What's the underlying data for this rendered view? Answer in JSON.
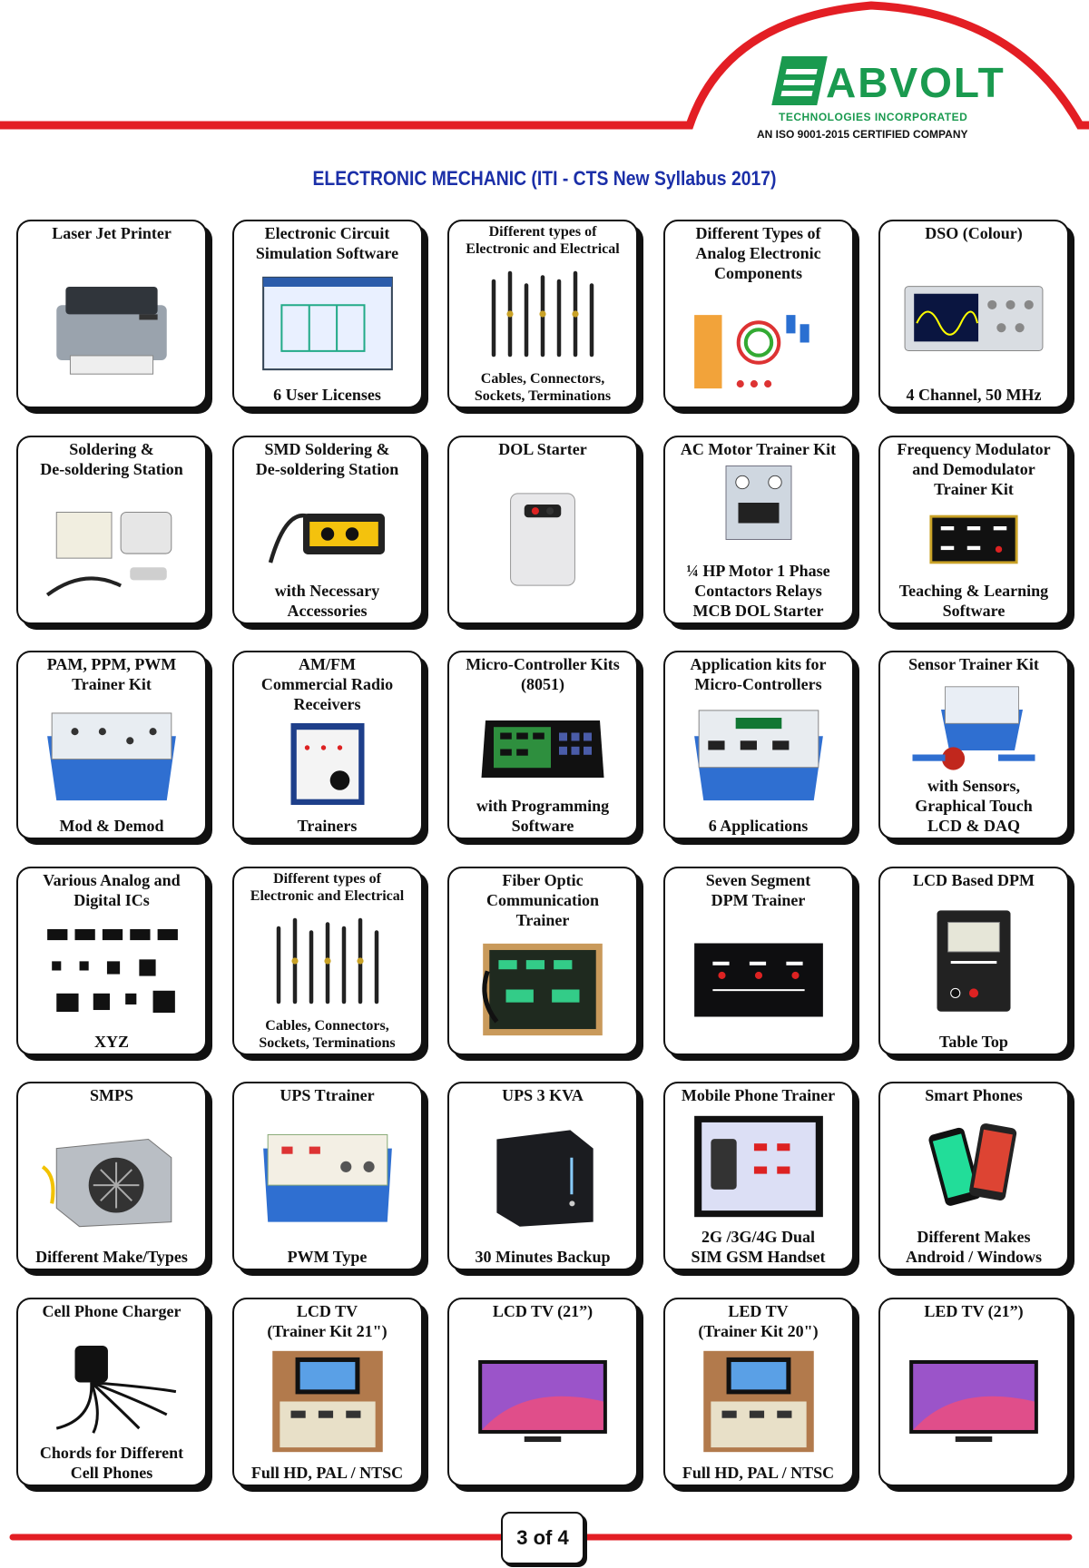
{
  "brand": {
    "name": "ABVOLT",
    "tagline": "TECHNOLOGIES INCORPORATED",
    "certification": "AN ISO 9001-2015 CERTIFIED COMPANY",
    "primary_color": "#1a9a4f",
    "accent_color": "#e31e24"
  },
  "document": {
    "title": "ELECTRONIC MECHANIC (ITI - CTS New Syllabus 2017)",
    "page_number": "3 of 4",
    "title_color": "#1b2fa8"
  },
  "items": [
    {
      "title": "Laser Jet Printer",
      "caption": "",
      "icon": "printer-icon"
    },
    {
      "title": "Electronic Circuit\nSimulation Software",
      "caption": "6 User Licenses",
      "icon": "software-window-icon"
    },
    {
      "title": "Different types of\nElectronic and Electrical",
      "caption": "Cables, Connectors,\nSockets, Terminations",
      "icon": "connectors-icon"
    },
    {
      "title": "Different Types of\nAnalog Electronic\nComponents",
      "caption": "",
      "icon": "components-icon"
    },
    {
      "title": "DSO (Colour)",
      "caption": "4 Channel, 50 MHz",
      "icon": "oscilloscope-icon"
    },
    {
      "title": "Soldering &\nDe-soldering Station",
      "caption": "",
      "icon": "soldering-station-icon"
    },
    {
      "title": "SMD Soldering &\nDe-soldering Station",
      "caption": "with Necessary\nAccessories",
      "icon": "smd-station-icon"
    },
    {
      "title": "DOL Starter",
      "caption": "",
      "icon": "dol-starter-icon"
    },
    {
      "title": "AC Motor Trainer Kit",
      "caption": "¼ HP Motor 1 Phase\nContactors Relays\nMCB DOL Starter",
      "icon": "motor-panel-icon"
    },
    {
      "title": "Frequency Modulator\nand Demodulator\nTrainer Kit",
      "caption": "Teaching & Learning\nSoftware",
      "icon": "trainer-board-icon"
    },
    {
      "title": "PAM, PPM, PWM\nTrainer Kit",
      "caption": "Mod & Demod",
      "icon": "trainer-box-icon"
    },
    {
      "title": "AM/FM\nCommercial Radio\nReceivers",
      "caption": "Trainers",
      "icon": "radio-trainer-icon"
    },
    {
      "title": "Micro-Controller Kits\n(8051)",
      "caption": "with Programming\nSoftware",
      "icon": "microcontroller-kit-icon"
    },
    {
      "title": "Application kits for\nMicro-Controllers",
      "caption": "6 Applications",
      "icon": "application-kit-icon"
    },
    {
      "title": "Sensor Trainer Kit",
      "caption": "with Sensors,\nGraphical Touch\nLCD & DAQ",
      "icon": "sensor-kit-icon"
    },
    {
      "title": "Various Analog and\nDigital ICs",
      "caption": "XYZ",
      "icon": "ic-chips-icon"
    },
    {
      "title": "Different types of\nElectronic and Electrical",
      "caption": "Cables, Connectors,\nSockets, Terminations",
      "icon": "connectors-icon"
    },
    {
      "title": "Fiber Optic\nCommunication\nTrainer",
      "caption": "",
      "icon": "fiber-optic-board-icon"
    },
    {
      "title": "Seven Segment\nDPM Trainer",
      "caption": "",
      "icon": "dpm-trainer-icon"
    },
    {
      "title": "LCD Based DPM",
      "caption": "Table Top",
      "icon": "voltmeter-icon"
    },
    {
      "title": "SMPS",
      "caption": "Different Make/Types",
      "icon": "power-supply-icon"
    },
    {
      "title": "UPS Ttrainer",
      "caption": "PWM Type",
      "icon": "ups-trainer-icon"
    },
    {
      "title": "UPS 3 KVA",
      "caption": "30 Minutes Backup",
      "icon": "ups-tower-icon"
    },
    {
      "title": "Mobile Phone Trainer",
      "caption": "2G /3G/4G Dual\nSIM GSM Handset",
      "icon": "mobile-trainer-icon"
    },
    {
      "title": "Smart Phones",
      "caption": "Different Makes\nAndroid / Windows",
      "icon": "smartphones-icon"
    },
    {
      "title": "Cell Phone Charger",
      "caption": "Chords for Different\nCell Phones",
      "icon": "charger-icon"
    },
    {
      "title": "LCD TV\n(Trainer Kit 21\")",
      "caption": "Full HD, PAL / NTSC",
      "icon": "tv-trainer-icon"
    },
    {
      "title": "LCD TV (21”)",
      "caption": "",
      "icon": "tv-icon"
    },
    {
      "title": "LED TV\n(Trainer Kit 20\")",
      "caption": "Full HD, PAL / NTSC",
      "icon": "tv-trainer-icon"
    },
    {
      "title": "LED TV (21”)",
      "caption": "",
      "icon": "tv-icon"
    }
  ]
}
